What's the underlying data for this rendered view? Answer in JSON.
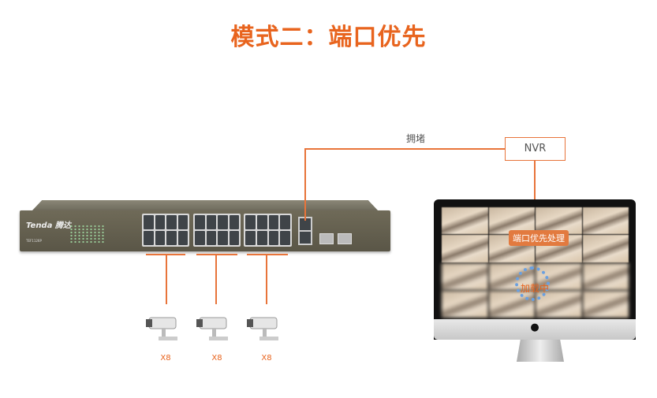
{
  "title": "模式二：端口优先",
  "switch": {
    "brand": "Tenda 腾达",
    "model": "TEF1126P"
  },
  "link_label": "拥堵",
  "nvr_label": "NVR",
  "monitor": {
    "badge": "端口优先处理",
    "loading": "加载中"
  },
  "cameras": [
    {
      "label": "X8"
    },
    {
      "label": "X8"
    },
    {
      "label": "X8"
    }
  ],
  "colors": {
    "accent": "#e8641e",
    "line": "#e8743a"
  }
}
